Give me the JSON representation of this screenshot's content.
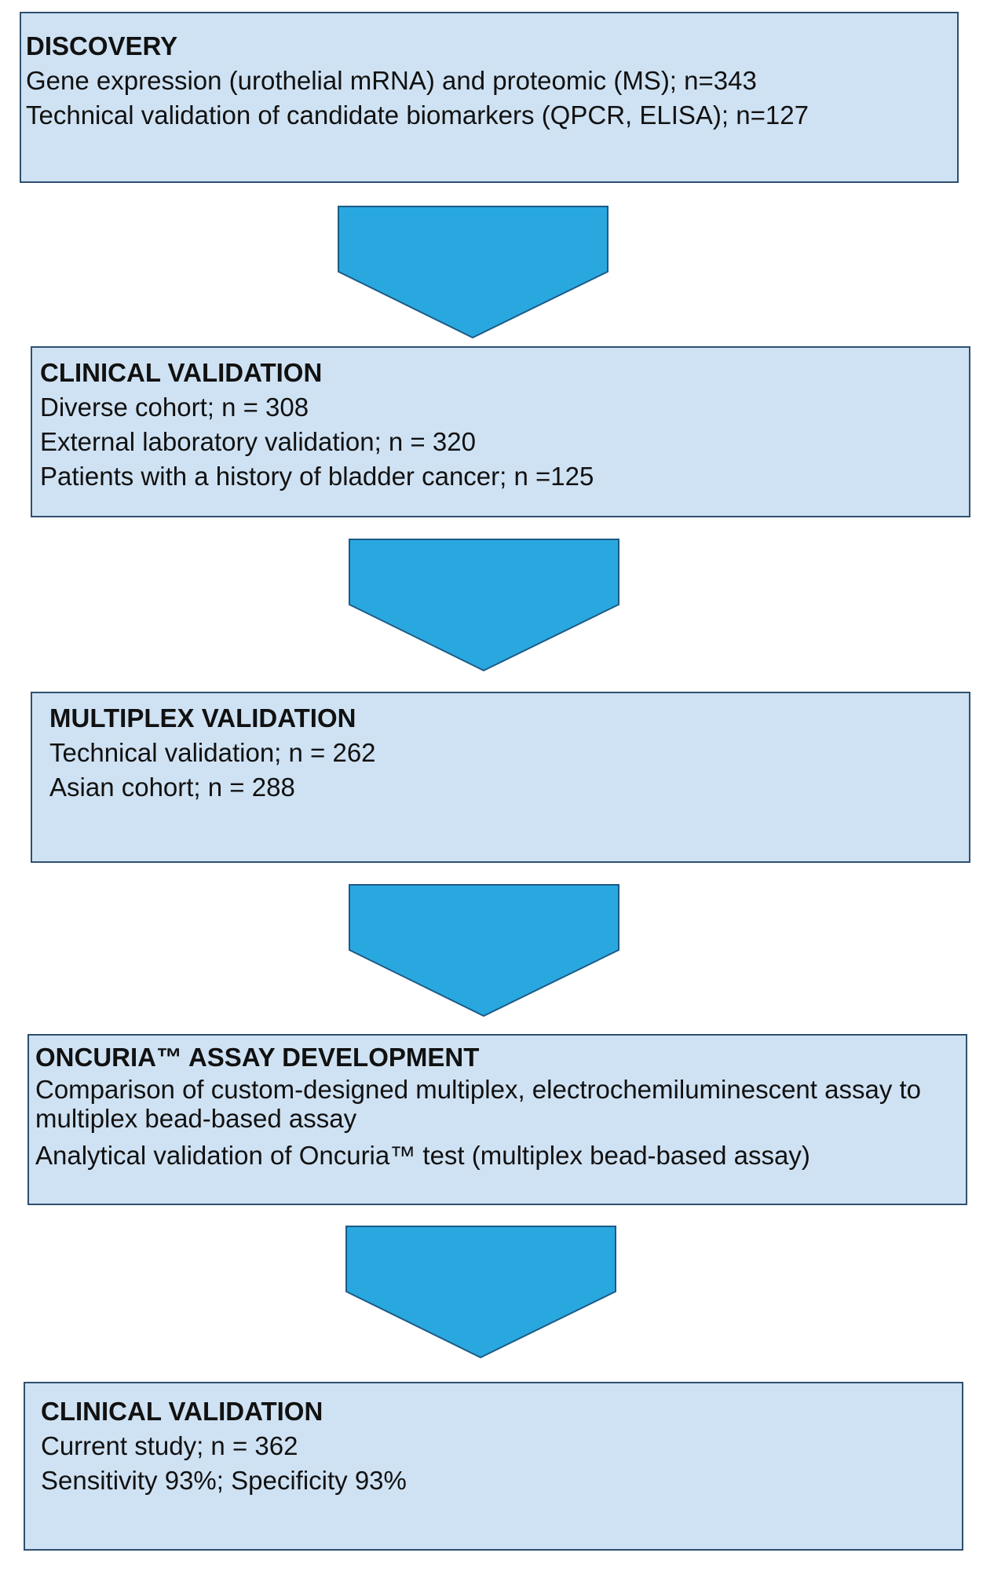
{
  "colors": {
    "box_fill": "#cfe2f3",
    "box_border": "#2f4f6e",
    "arrow_fill": "#29a8e0",
    "arrow_stroke": "#1d5b86"
  },
  "stages": [
    {
      "title": "DISCOVERY",
      "lines": [
        "Gene expression (urothelial mRNA) and proteomic (MS); n=343",
        "Technical validation of candidate biomarkers (QPCR, ELISA); n=127"
      ]
    },
    {
      "title": "CLINICAL VALIDATION",
      "lines": [
        "Diverse cohort; n = 308",
        "External laboratory validation; n = 320",
        "Patients with a history of bladder cancer; n =125"
      ]
    },
    {
      "title": "MULTIPLEX VALIDATION",
      "lines": [
        "Technical validation; n = 262",
        "Asian cohort; n = 288"
      ]
    },
    {
      "title": "ONCURIA™ ASSAY DEVELOPMENT",
      "lines": [
        "Comparison of custom-designed multiplex, electrochemiluminescent assay to multiplex bead-based assay",
        "Analytical validation of Oncuria™ test (multiplex bead-based assay)"
      ]
    },
    {
      "title": "CLINICAL VALIDATION",
      "lines": [
        "Current study; n = 362",
        "Sensitivity 93%; Specificity 93%"
      ]
    }
  ]
}
